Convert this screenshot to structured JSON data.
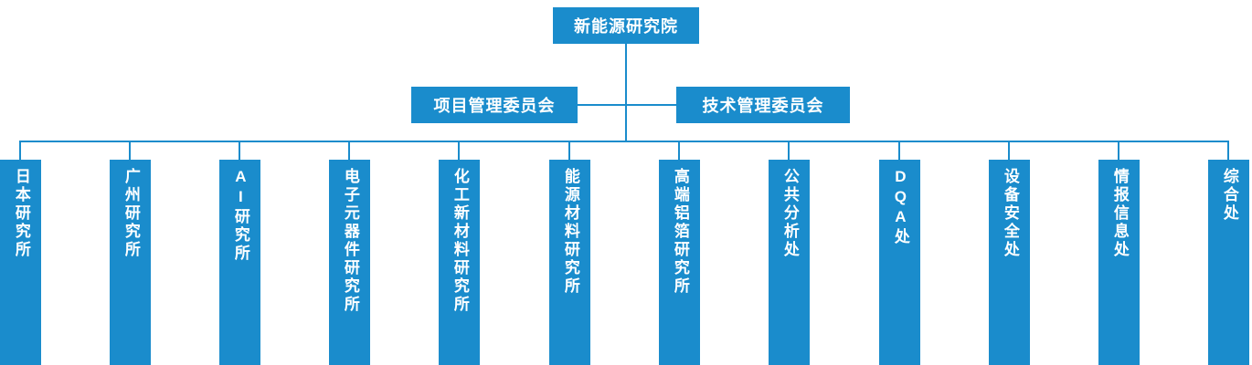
{
  "org_chart": {
    "root": {
      "label": "新能源研究院"
    },
    "committees": [
      {
        "label": "项目管理委员会"
      },
      {
        "label": "技术管理委员会"
      }
    ],
    "departments": [
      {
        "label": "日本研究所"
      },
      {
        "label": "广州研究所"
      },
      {
        "label": "AI研究所"
      },
      {
        "label": "电子元器件研究所"
      },
      {
        "label": "化工新材料研究所"
      },
      {
        "label": "能源材料研究所"
      },
      {
        "label": "高端铝箔研究所"
      },
      {
        "label": "公共分析处"
      },
      {
        "label": "DQA处"
      },
      {
        "label": "设备安全处"
      },
      {
        "label": "情报信息处"
      },
      {
        "label": "综合处"
      }
    ],
    "colors": {
      "node_fill": "#1a8ccc",
      "node_text": "#ffffff",
      "line": "#1a8ccc"
    }
  }
}
